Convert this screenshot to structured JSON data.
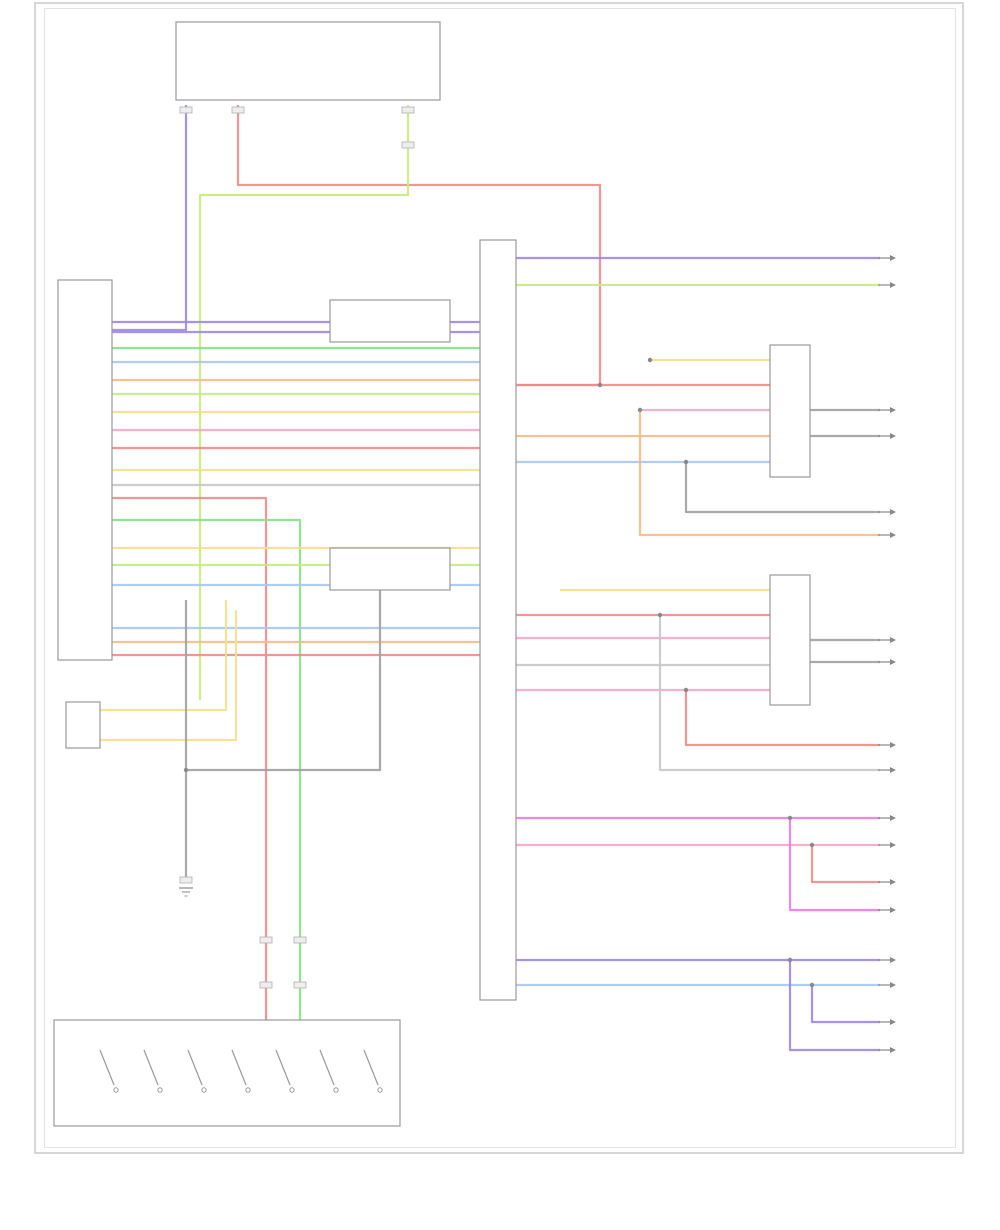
{
  "diagram": {
    "page_id": "",
    "components": [
      {
        "id": "top-relay-box",
        "label": ""
      },
      {
        "id": "left-module",
        "label": ""
      },
      {
        "id": "left-small-module",
        "label": ""
      },
      {
        "id": "central-connector",
        "label": ""
      },
      {
        "id": "right-box-upper",
        "label": ""
      },
      {
        "id": "right-box-lower",
        "label": ""
      },
      {
        "id": "bottom-switch-block",
        "label": ""
      }
    ],
    "wire_colors": {
      "violet": "#9a86ec",
      "red": "#f08a8a",
      "yellow_green": "#c9ea7e",
      "green": "#86e08a",
      "orange": "#f7b98a",
      "light_blue": "#a8c6f0",
      "magenta": "#ee7ae6",
      "pink": "#f3a8c8",
      "gray": "#a0a0a0",
      "yellow": "#f2e08a",
      "light_gray": "#c8c8c8"
    }
  }
}
